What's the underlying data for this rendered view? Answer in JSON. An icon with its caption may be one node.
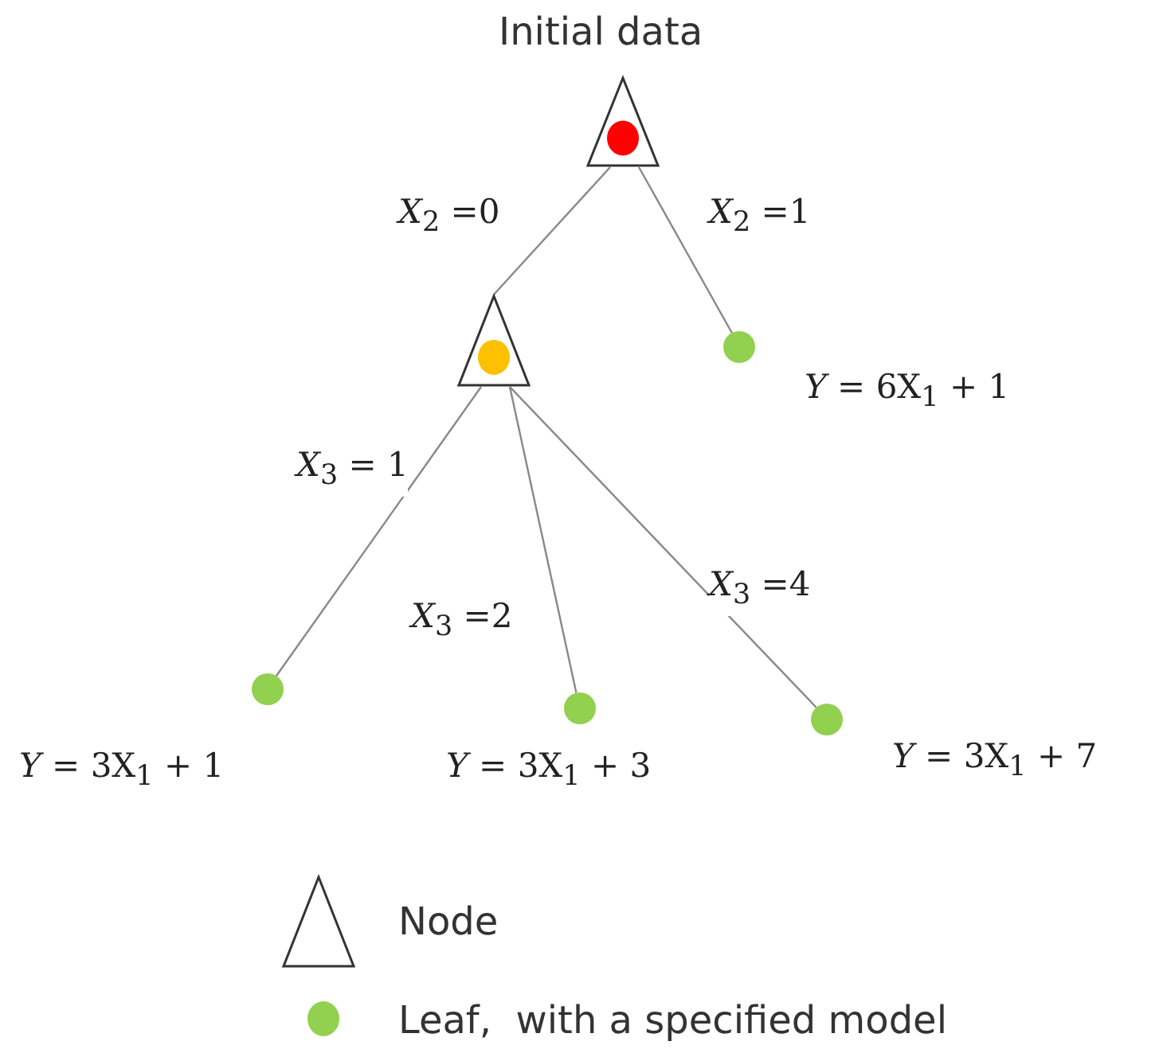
{
  "diagram": {
    "nodes": [
      {
        "text": [
          "Initial data"
        ]
      },
      {
        "text": [],
        "shape": "triangle"
      },
      {
        "text": [],
        "shape": "circle",
        "beside": [
          "*Y* = 6X$_{1}$ + 1"
        ]
      },
      {
        "text": [],
        "shape": "circle",
        "beside": [
          "*Y* = 3X$_{1}$ + 1"
        ]
      },
      {
        "text": [],
        "shape": "circle",
        "beside": [
          "*Y* = 3X$_{1}$ + 3"
        ]
      },
      {
        "text": [],
        "shape": "circle",
        "beside": [
          "*Y* = 3X$_{1}$ + 7"
        ]
      }
    ],
    "edges": [
      {
        "from": 0,
        "to": 1,
        "arrow": "none",
        "label": "*X*$_{2}$ =0"
      },
      {
        "from": 0,
        "to": 2,
        "arrow": "none",
        "label": "*X*$_{2}$ =1"
      },
      {
        "from": 1,
        "to": 3,
        "arrow": "none",
        "label": "*X*$_{3}$ = 1"
      },
      {
        "from": 1,
        "to": 4,
        "arrow": "none",
        "label": "*X*$_{3}$ =2"
      },
      {
        "from": 1,
        "to": 5,
        "arrow": "none",
        "label": "*X*$_{3}$ =4"
      }
    ],
    "legend": [
      {
        "text": "Node"
      },
      {
        "text": "Leaf,  with a specified model",
        "color": "#92d050"
      }
    ]
  }
}
